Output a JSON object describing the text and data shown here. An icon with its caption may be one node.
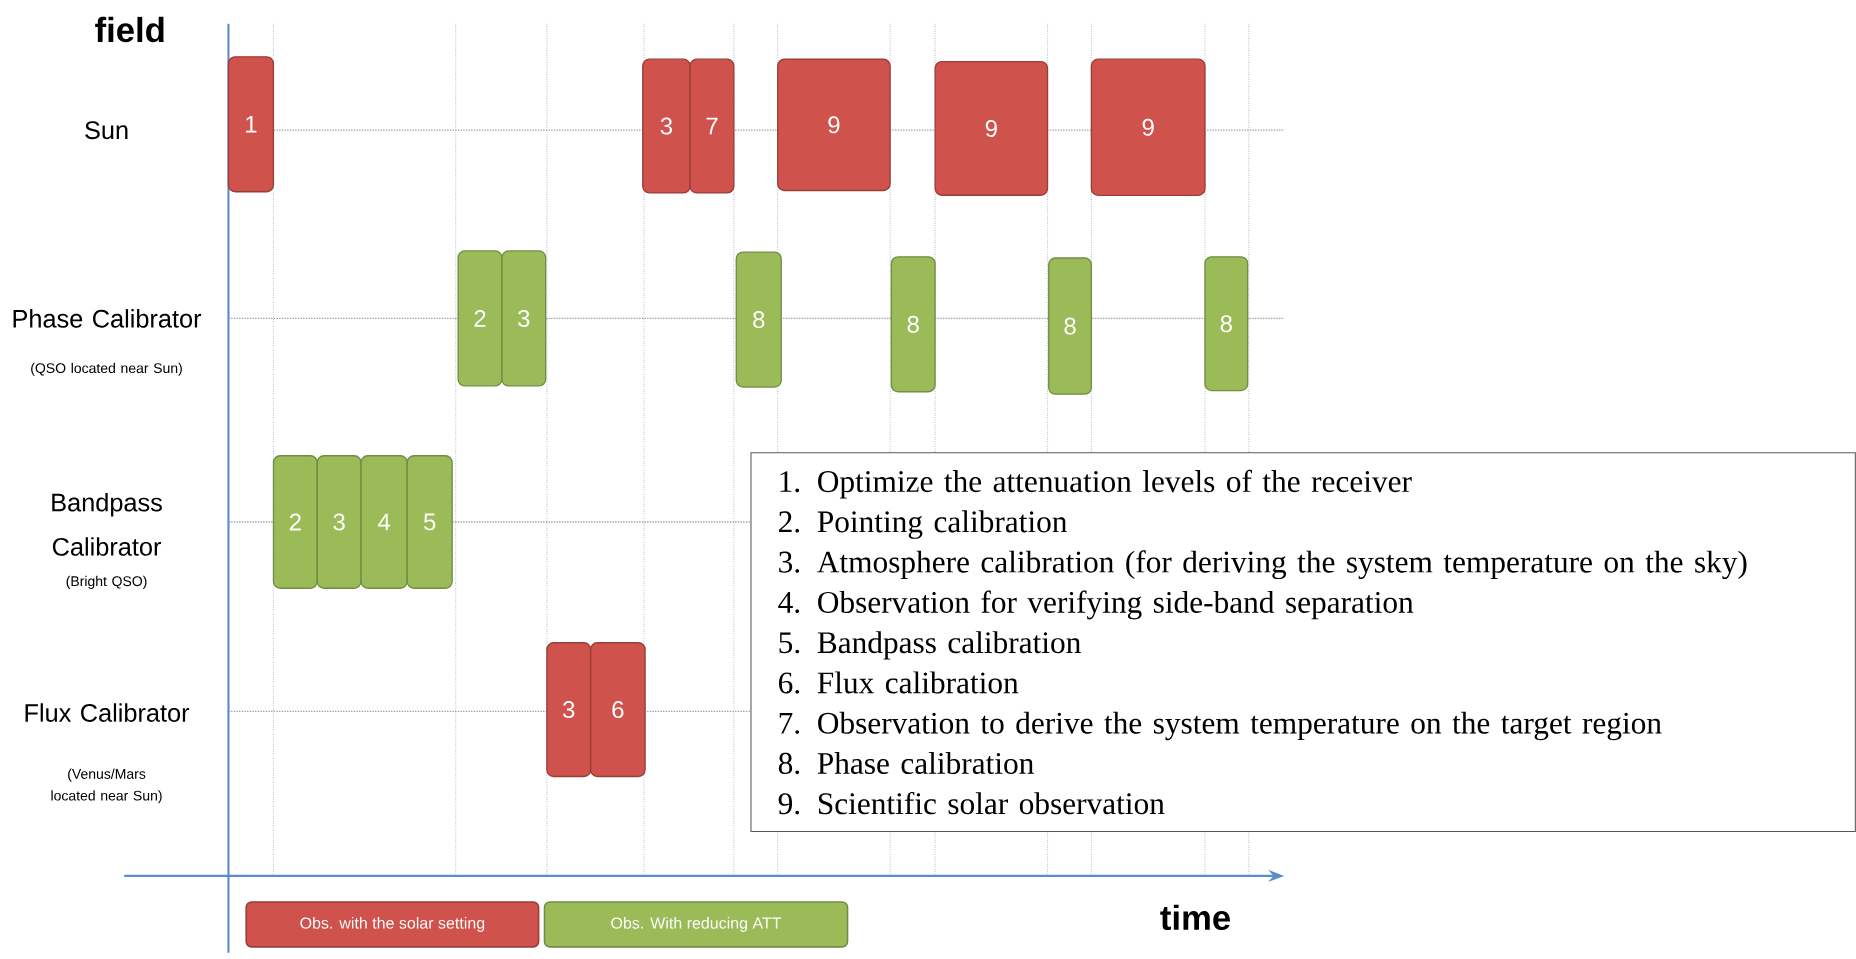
{
  "diagram": {
    "nodes": [
      {
        "text": [
          "1"
        ]
      },
      {
        "text": [
          "3"
        ]
      },
      {
        "text": [
          "7"
        ]
      },
      {
        "text": [
          "9"
        ]
      },
      {
        "text": [
          "9"
        ]
      },
      {
        "text": [
          "9"
        ]
      },
      {
        "text": [
          "2"
        ]
      },
      {
        "text": [
          "3"
        ]
      },
      {
        "text": [
          "8"
        ]
      },
      {
        "text": [
          "8"
        ]
      },
      {
        "text": [
          "8"
        ]
      },
      {
        "text": [
          "8"
        ]
      },
      {
        "text": [
          "2"
        ]
      },
      {
        "text": [
          "3"
        ]
      },
      {
        "text": [
          "4"
        ]
      },
      {
        "text": [
          "5"
        ]
      },
      {
        "text": [
          "3"
        ]
      },
      {
        "text": [
          "6"
        ]
      },
      {
        "text": [
          "1. Optimize the attenuation levels of the receiver",
          "2. Pointing calibration",
          "3. Atmosphere calibration (for deriving the system temperature on the sky)",
          "4. Observation for verifying side-band separation",
          "5. Bandpass calibration",
          "6. Flux calibration",
          "7. Observation to derive the system temperature on the target region",
          "8. Phase calibration",
          "9. Scientific solar observation"
        ]
      }
    ],
    "edges": [],
    "labels": [
      "field",
      "Sun",
      "Phase Calibrator",
      "(QSO located near Sun)",
      "Bandpass Calibrator",
      "(Bright QSO)",
      "Flux Calibrator",
      "(Venus/Mars located near Sun)",
      "time"
    ],
    "legend": [
      {
        "text": "Obs. with the solar setting",
        "color": "#cf524c"
      },
      {
        "text": "Obs. With reducing ATT",
        "color": "#9bbb59"
      }
    ]
  }
}
